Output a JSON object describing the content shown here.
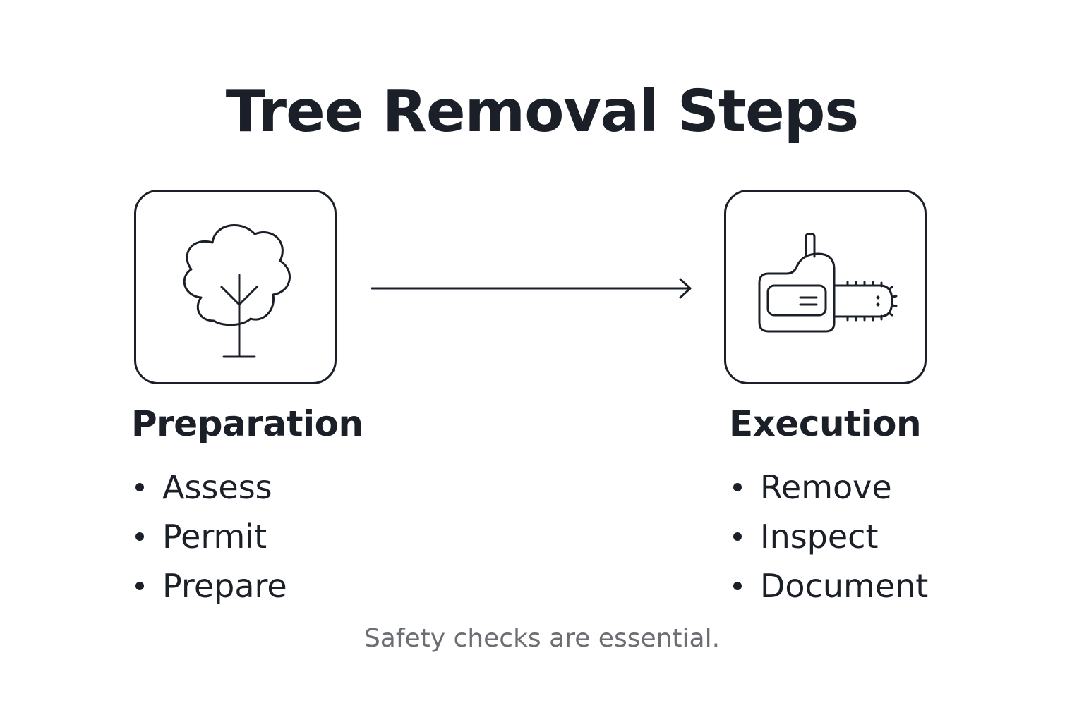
{
  "title": "Tree Removal Steps",
  "steps": [
    {
      "heading": "Preparation",
      "icon": "tree-icon",
      "items": [
        "Assess",
        "Permit",
        "Prepare"
      ]
    },
    {
      "heading": "Execution",
      "icon": "chainsaw-icon",
      "items": [
        "Remove",
        "Inspect",
        "Document"
      ]
    }
  ],
  "connector": "arrow-right-icon",
  "footnote": "Safety checks are essential.",
  "colors": {
    "ink": "#1b2028",
    "muted": "#6b6e73",
    "background": "#ffffff"
  }
}
